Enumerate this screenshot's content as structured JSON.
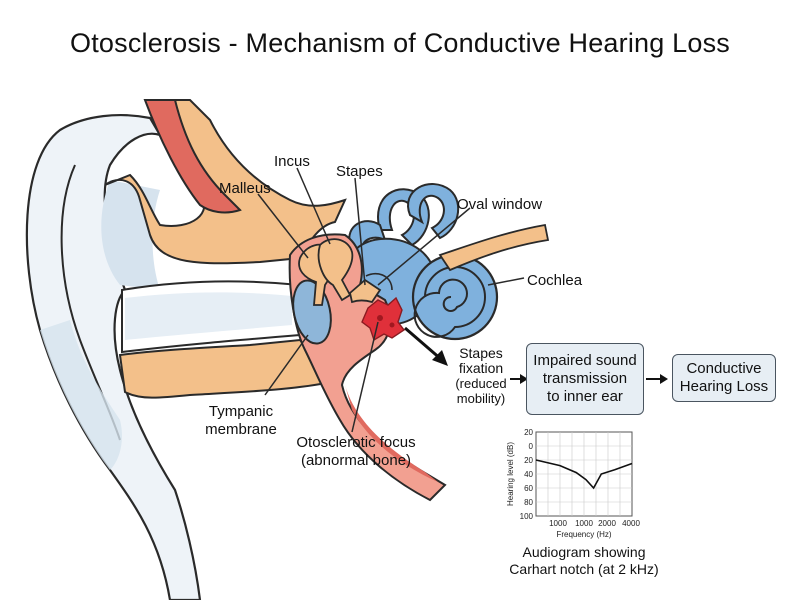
{
  "title": "Otosclerosis - Mechanism of Conductive Hearing Loss",
  "labels": {
    "incus": "Incus",
    "stapes": "Stapes",
    "malleus": "Malleus",
    "oval_window": "Oval window",
    "cochlea": "Cochlea",
    "tympanic_line1": "Tympanic",
    "tympanic_line2": "membrane",
    "focus_line1": "Otosclerotic focus",
    "focus_line2": "(abnormal bone)",
    "fixation_line1": "Stapes",
    "fixation_line2": "fixation",
    "fixation_line3": "(reduced",
    "fixation_line4": "mobility)"
  },
  "flow": {
    "step1_line1": "Impaired sound",
    "step1_line2": "transmission",
    "step1_line3": "to inner ear",
    "step2_line1": "Conductive",
    "step2_line2": "Hearing Loss"
  },
  "audiogram": {
    "caption_line1": "Audiogram showing",
    "caption_line2": "Carhart notch (at 2 kHz)"
  },
  "colors": {
    "bone": "#f3c08a",
    "muscle": "#e06a5f",
    "inner_ear": "#7fb1dd",
    "focus": "#e0303a",
    "outline": "#2a2a2a",
    "skin_shade": "#d6e3ee"
  },
  "chart_data": {
    "type": "line",
    "xlabel": "Frequency (Hz)",
    "ylabel": "Hearing level (dB)",
    "x_ticks": [
      "1000",
      "1000",
      "2000",
      "4000"
    ],
    "y_ticks": [
      20,
      0,
      20,
      40,
      60,
      80,
      100
    ],
    "ylim": [
      -20,
      100
    ],
    "y_inverted": true,
    "grid": true,
    "series": [
      {
        "values": [
          20,
          28,
          38,
          48,
          60,
          40,
          34,
          25
        ]
      }
    ]
  }
}
